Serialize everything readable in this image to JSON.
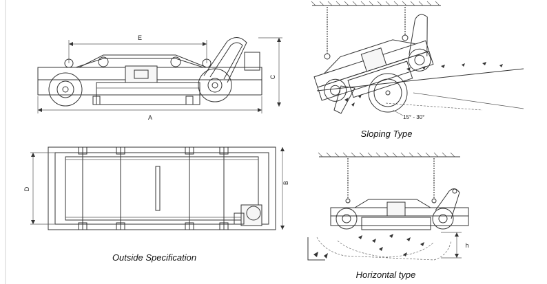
{
  "captions": {
    "sloping": "Sloping Type",
    "outside": "Outside Specification",
    "horizontal": "Horizontal type"
  },
  "dimensions": {
    "a": "A",
    "b": "B",
    "c": "C",
    "d": "D",
    "e": "E",
    "h": "h",
    "angle": "15° - 30°"
  },
  "colors": {
    "line": "#333333",
    "background": "#ffffff"
  }
}
